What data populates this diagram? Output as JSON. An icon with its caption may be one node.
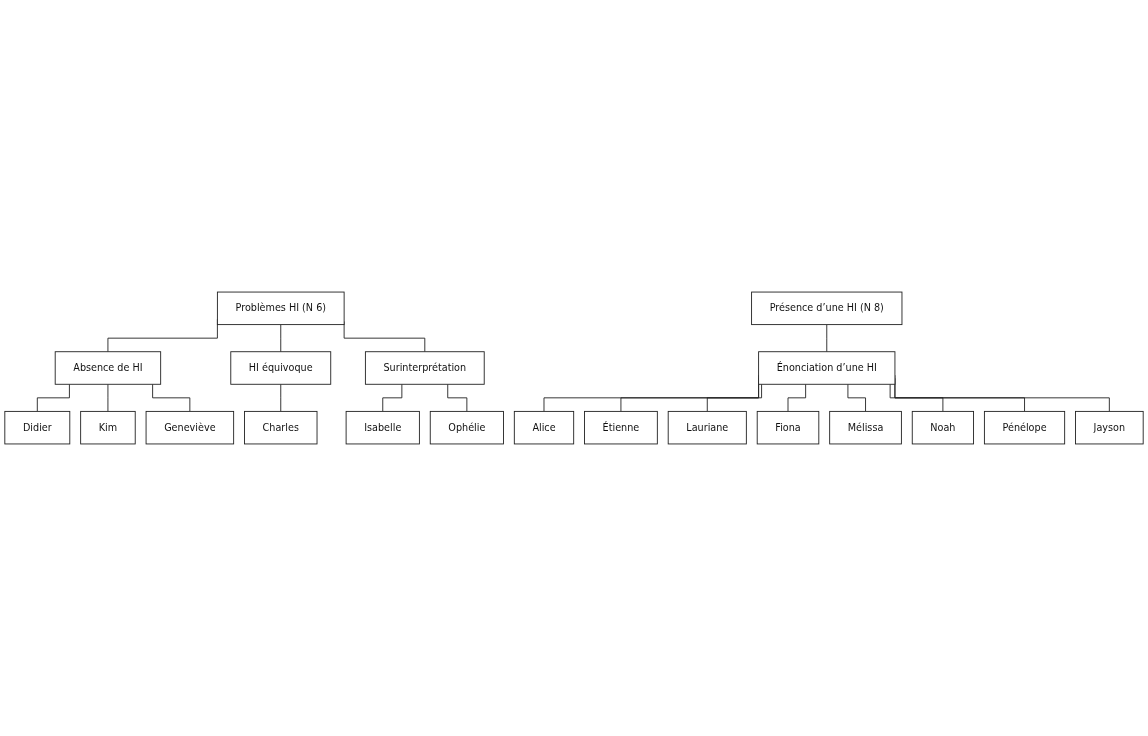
{
  "diagram": {
    "nodes": [
      {
        "text": [
          "Problèmes HI (N 6)"
        ]
      },
      {
        "text": [
          "Présence d’une HI (N 8)"
        ]
      },
      {
        "text": [
          "Absence de HI"
        ]
      },
      {
        "text": [
          "HI équivoque"
        ]
      },
      {
        "text": [
          "Surinterprétation"
        ]
      },
      {
        "text": [
          "Énonciation d’une HI"
        ]
      },
      {
        "text": [
          "Didier"
        ]
      },
      {
        "text": [
          "Kim"
        ]
      },
      {
        "text": [
          "Geneviève"
        ]
      },
      {
        "text": [
          "Charles"
        ]
      },
      {
        "text": [
          "Isabelle"
        ]
      },
      {
        "text": [
          "Ophélie"
        ]
      },
      {
        "text": [
          "Alice"
        ]
      },
      {
        "text": [
          "Étienne"
        ]
      },
      {
        "text": [
          "Lauriane"
        ]
      },
      {
        "text": [
          "Fiona"
        ]
      },
      {
        "text": [
          "Mélissa"
        ]
      },
      {
        "text": [
          "Noah"
        ]
      },
      {
        "text": [
          "Pénélope"
        ]
      },
      {
        "text": [
          "Jayson"
        ]
      }
    ],
    "edges": [
      {
        "from": 0,
        "to": 2,
        "arrow": "none"
      },
      {
        "from": 0,
        "to": 3,
        "arrow": "none"
      },
      {
        "from": 0,
        "to": 4,
        "arrow": "none"
      },
      {
        "from": 1,
        "to": 5,
        "arrow": "none"
      },
      {
        "from": 2,
        "to": 6,
        "arrow": "none"
      },
      {
        "from": 2,
        "to": 7,
        "arrow": "none"
      },
      {
        "from": 2,
        "to": 8,
        "arrow": "none"
      },
      {
        "from": 3,
        "to": 9,
        "arrow": "none"
      },
      {
        "from": 4,
        "to": 10,
        "arrow": "none"
      },
      {
        "from": 4,
        "to": 11,
        "arrow": "none"
      },
      {
        "from": 5,
        "to": 12,
        "arrow": "none"
      },
      {
        "from": 5,
        "to": 13,
        "arrow": "none"
      },
      {
        "from": 5,
        "to": 14,
        "arrow": "none"
      },
      {
        "from": 5,
        "to": 15,
        "arrow": "none"
      },
      {
        "from": 5,
        "to": 16,
        "arrow": "none"
      },
      {
        "from": 5,
        "to": 17,
        "arrow": "none"
      },
      {
        "from": 5,
        "to": 18,
        "arrow": "none"
      },
      {
        "from": 5,
        "to": 19,
        "arrow": "none"
      }
    ]
  }
}
